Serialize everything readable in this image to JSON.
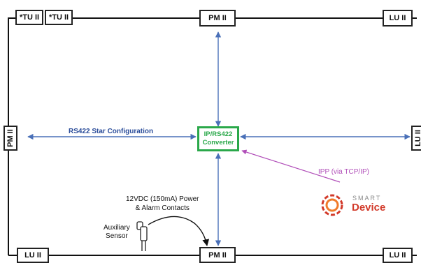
{
  "nodes": {
    "tu_left": "*TU II",
    "tu_right": "*TU II",
    "pm_top": "PM II",
    "lu_top_right": "LU II",
    "pm_left": "PM II",
    "right_mid": "LU II",
    "lu_bottom_left": "LU II",
    "pm_bottom": "PM II",
    "lu_bottom_right": "LU II",
    "converter_line1": "IP/RS422",
    "converter_line2": "Converter"
  },
  "labels": {
    "rs422": "RS422 Star Configuration",
    "ipp": "IPP (via TCP/IP)",
    "power_line1": "12VDC (150mA) Power",
    "power_line2": "& Alarm Contacts",
    "aux_line1": "Auxiliary",
    "aux_line2": "Sensor"
  },
  "logo": {
    "smart": "SMART",
    "device": "Device"
  },
  "colors": {
    "arrow_blue": "#4a70b8",
    "rs422_text": "#2b4d9a",
    "converter_green": "#2aa84a",
    "ipp_purple": "#b04db8",
    "logo_red": "#d23a2a",
    "smart_gray": "#8a8a8a"
  }
}
